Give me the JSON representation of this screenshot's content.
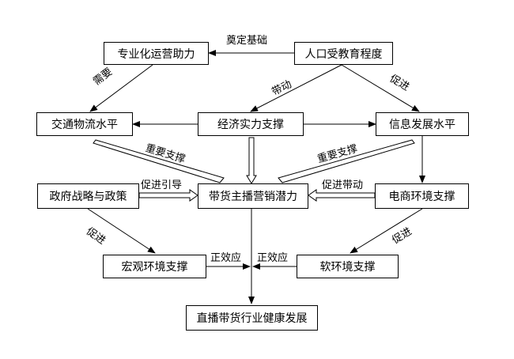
{
  "nodes": {
    "professional_ops": "专业化运营助力",
    "education": "人口受教育程度",
    "logistics": "交通物流水平",
    "economy": "经济实力支撑",
    "information": "信息发展水平",
    "government": "政府战略与政策",
    "potential": "带货主播营销潜力",
    "ecommerce": "电商环境支撑",
    "macro": "宏观环境支撑",
    "soft": "软环境支撑",
    "health": "直播带货行业健康发展"
  },
  "edge_labels": {
    "foundation": "奠定基础",
    "need": "需要",
    "drive": "带动",
    "promote_top": "促进",
    "important_left": "重要支撑",
    "important_right": "重要支撑",
    "guide": "促进引导",
    "promote_drive": "促进带动",
    "promote_left": "促进",
    "promote_right": "促进",
    "positive_left": "正效应",
    "positive_right": "正效应"
  }
}
